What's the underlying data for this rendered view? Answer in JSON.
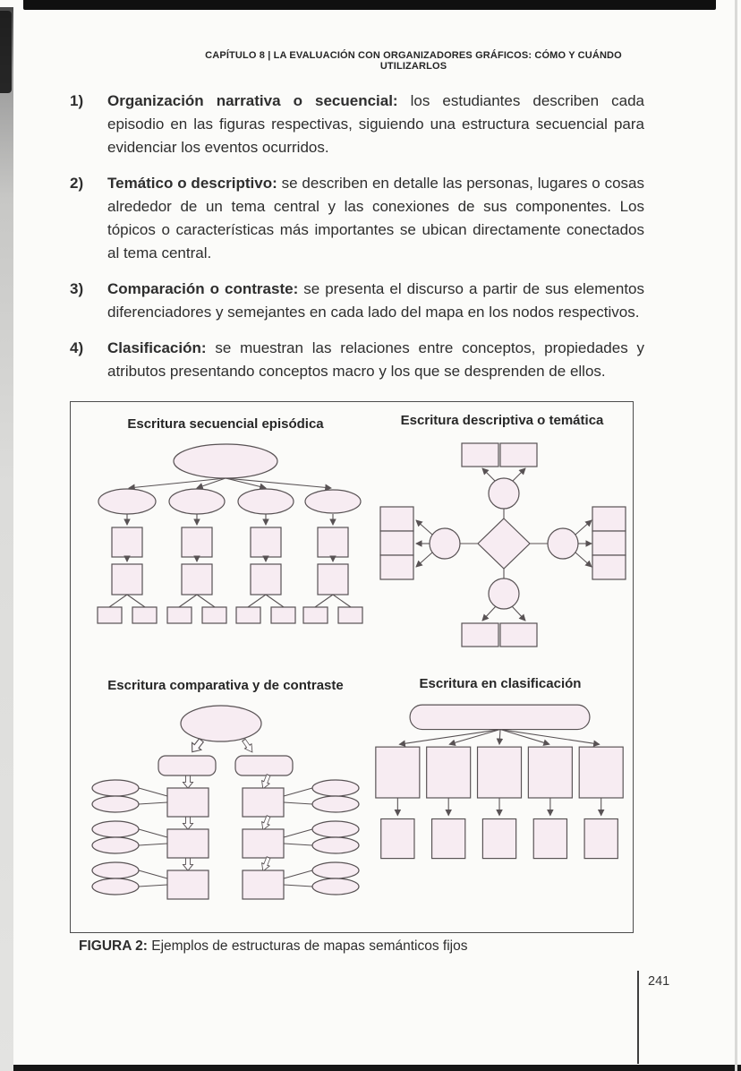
{
  "page": {
    "header": "CAPÍTULO 8 | LA EVALUACIÓN CON ORGANIZADORES GRÁFICOS: CÓMO Y CUÁNDO UTILIZARLOS",
    "page_number": "241"
  },
  "list": {
    "items": [
      {
        "number": "1)",
        "lead": "Organización narrativa o secuencial:",
        "body": " los estudiantes describen cada episodio en las figuras respectivas, siguiendo una estructura secuencial para evidenciar los eventos ocurridos."
      },
      {
        "number": "2)",
        "lead": "Temático o descriptivo:",
        "body": " se describen en detalle las personas, lugares o cosas alrededor de un tema central y las conexiones de sus componentes. Los tópicos o características más importantes se ubican directamente conectados al tema central."
      },
      {
        "number": "3)",
        "lead": "Comparación o contraste:",
        "body": " se presenta el discurso a partir de sus elementos diferenciadores y semejantes en cada lado del mapa en los nodos respectivos."
      },
      {
        "number": "4)",
        "lead": "Clasificación:",
        "body": " se muestran las relaciones entre conceptos, propiedades y atributos presentando conceptos macro y los que se desprenden de ellos."
      }
    ]
  },
  "figure": {
    "panels": [
      {
        "title": "Escritura secuencial episódica"
      },
      {
        "title": "Escritura descriptiva o temática"
      },
      {
        "title": "Escritura comparativa y de contraste"
      },
      {
        "title": "Escritura en clasificación"
      }
    ],
    "caption_lead": "FIGURA 2:",
    "caption_body": " Ejemplos de estructuras de mapas semánticos fijos"
  },
  "colors": {
    "shape_fill": "#f7ecf2",
    "shape_stroke": "#585254",
    "text_color": "#2e2e2e"
  }
}
